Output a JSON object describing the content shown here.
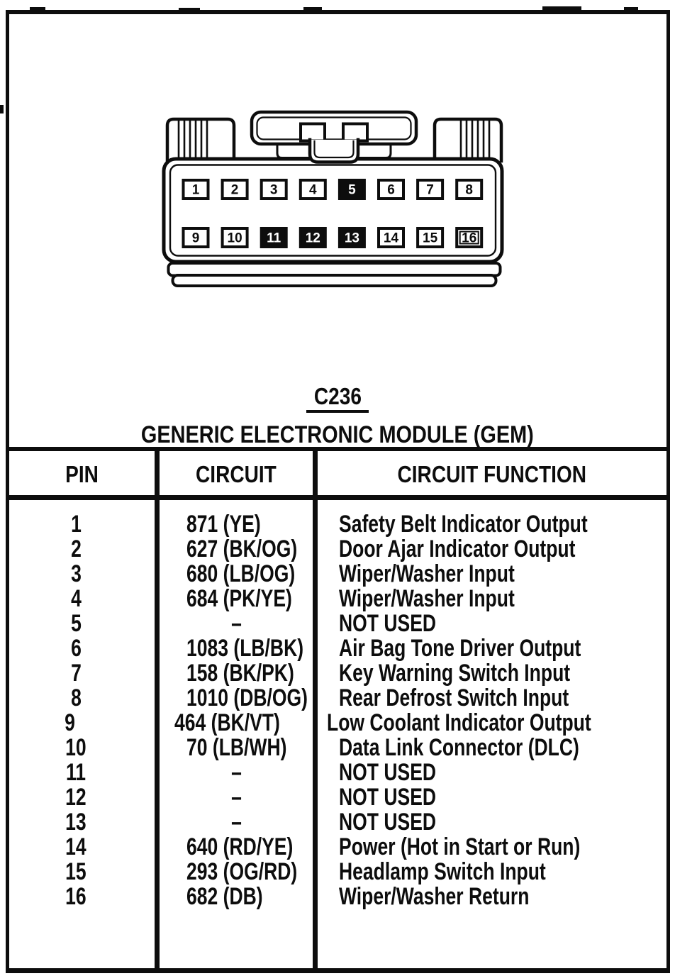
{
  "document": {
    "connector_id": "C236",
    "connector_name": "GENERIC ELECTRONIC MODULE (GEM)"
  },
  "connector_diagram": {
    "pins": [
      {
        "number": "1",
        "filled": false
      },
      {
        "number": "2",
        "filled": false
      },
      {
        "number": "3",
        "filled": false
      },
      {
        "number": "4",
        "filled": false
      },
      {
        "number": "5",
        "filled": true
      },
      {
        "number": "6",
        "filled": false
      },
      {
        "number": "7",
        "filled": false
      },
      {
        "number": "8",
        "filled": false
      },
      {
        "number": "9",
        "filled": false
      },
      {
        "number": "10",
        "filled": false
      },
      {
        "number": "11",
        "filled": true
      },
      {
        "number": "12",
        "filled": true
      },
      {
        "number": "13",
        "filled": true
      },
      {
        "number": "14",
        "filled": false
      },
      {
        "number": "15",
        "filled": false
      },
      {
        "number": "16",
        "filled": false
      }
    ]
  },
  "pin_table": {
    "headers": {
      "pin": "PIN",
      "circuit": "CIRCUIT",
      "function": "CIRCUIT FUNCTION"
    },
    "rows": [
      {
        "pin": "1",
        "circuit": "871 (YE)",
        "function": "Safety Belt Indicator Output"
      },
      {
        "pin": "2",
        "circuit": "627 (BK/OG)",
        "function": "Door Ajar Indicator Output"
      },
      {
        "pin": "3",
        "circuit": "680 (LB/OG)",
        "function": "Wiper/Washer Input"
      },
      {
        "pin": "4",
        "circuit": "684 (PK/YE)",
        "function": "Wiper/Washer Input"
      },
      {
        "pin": "5",
        "circuit": "–",
        "function": "NOT USED"
      },
      {
        "pin": "6",
        "circuit": "1083 (LB/BK)",
        "function": "Air Bag Tone Driver Output"
      },
      {
        "pin": "7",
        "circuit": "158 (BK/PK)",
        "function": "Key Warning Switch Input"
      },
      {
        "pin": "8",
        "circuit": "1010 (DB/OG)",
        "function": "Rear Defrost Switch Input"
      },
      {
        "pin": "9",
        "circuit": "464 (BK/VT)",
        "function": "Low Coolant Indicator Output"
      },
      {
        "pin": "10",
        "circuit": "70 (LB/WH)",
        "function": "Data Link Connector (DLC)"
      },
      {
        "pin": "11",
        "circuit": "–",
        "function": "NOT USED"
      },
      {
        "pin": "12",
        "circuit": "–",
        "function": "NOT USED"
      },
      {
        "pin": "13",
        "circuit": "–",
        "function": "NOT USED"
      },
      {
        "pin": "14",
        "circuit": "640 (RD/YE)",
        "function": "Power (Hot in Start or Run)"
      },
      {
        "pin": "15",
        "circuit": "293 (OG/RD)",
        "function": "Headlamp Switch Input"
      },
      {
        "pin": "16",
        "circuit": "682 (DB)",
        "function": "Wiper/Washer Return"
      }
    ]
  },
  "colors": {
    "ink": "#0d0d0d",
    "paper": "#ffffff"
  }
}
